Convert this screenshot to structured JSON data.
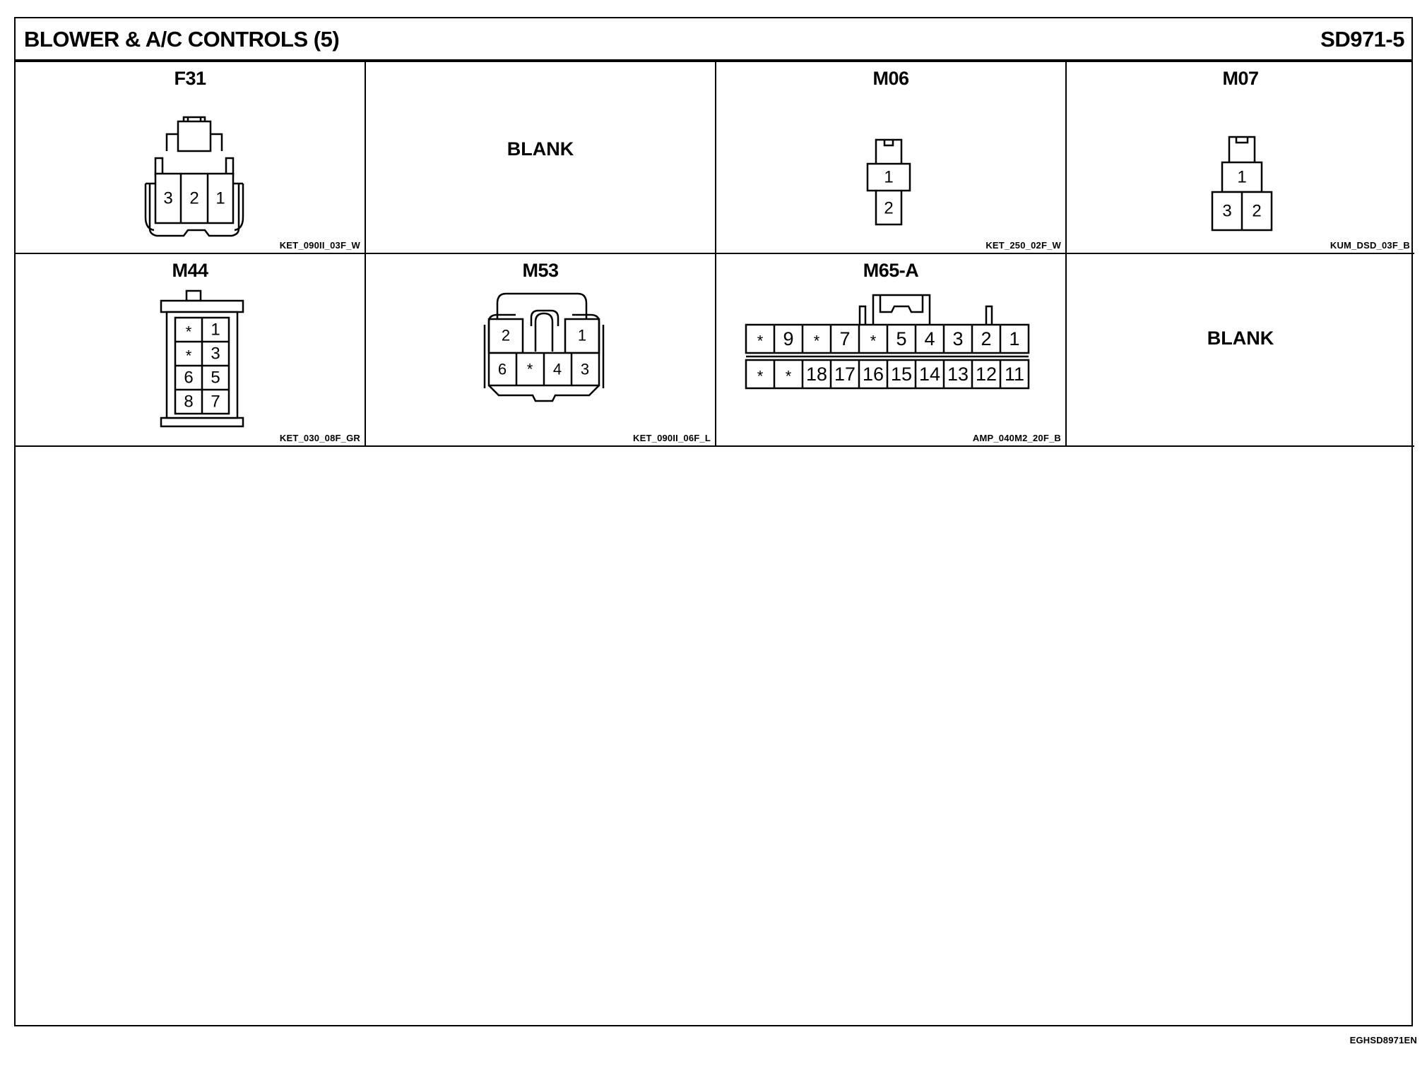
{
  "header": {
    "title": "BLOWER & A/C CONTROLS (5)",
    "page_id": "SD971-5"
  },
  "connectors": {
    "f31": {
      "id": "F31",
      "part": "KET_090II_03F_W",
      "pins": [
        "3",
        "2",
        "1"
      ]
    },
    "blank1": {
      "text": "BLANK"
    },
    "m06": {
      "id": "M06",
      "part": "KET_250_02F_W",
      "pins": [
        "1",
        "2"
      ]
    },
    "m07": {
      "id": "M07",
      "part": "KUM_DSD_03F_B",
      "pins": [
        "1",
        "3",
        "2"
      ]
    },
    "m44": {
      "id": "M44",
      "part": "KET_030_08F_GR",
      "pins": [
        "*",
        "1",
        "*",
        "3",
        "6",
        "5",
        "8",
        "7"
      ]
    },
    "m53": {
      "id": "M53",
      "part": "KET_090II_06F_L",
      "pins": [
        "2",
        "1",
        "6",
        "*",
        "4",
        "3"
      ]
    },
    "m65a": {
      "id": "M65-A",
      "part": "AMP_040M2_20F_B",
      "row1": [
        "*",
        "9",
        "*",
        "7",
        "*",
        "5",
        "4",
        "3",
        "2",
        "1"
      ],
      "row2": [
        "*",
        "*",
        "18",
        "17",
        "16",
        "15",
        "14",
        "13",
        "12",
        "11"
      ]
    },
    "blank2": {
      "text": "BLANK"
    }
  },
  "footer": {
    "doc_code": "EGHSD8971EN"
  }
}
